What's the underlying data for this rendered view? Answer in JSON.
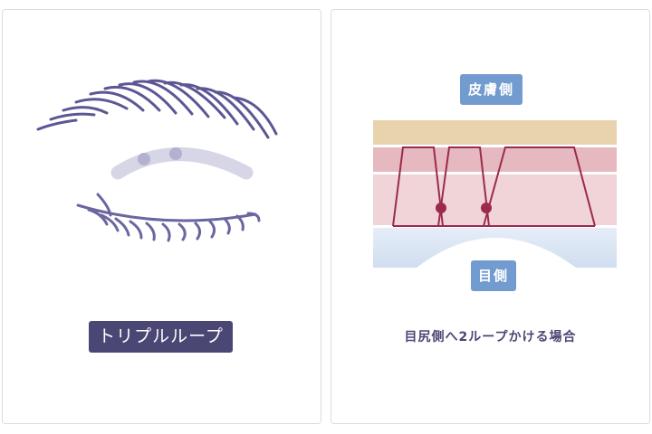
{
  "left_panel": {
    "label": "トリプルループ"
  },
  "right_panel": {
    "skin_side_label": "皮膚側",
    "eye_side_label": "目側",
    "caption": "目尻側へ2ループかける場合"
  },
  "colors": {
    "accent": "#4a4774",
    "tag": "#729cd0",
    "thread": "#9b2a4e",
    "tarsus": "#e8d3ad"
  }
}
